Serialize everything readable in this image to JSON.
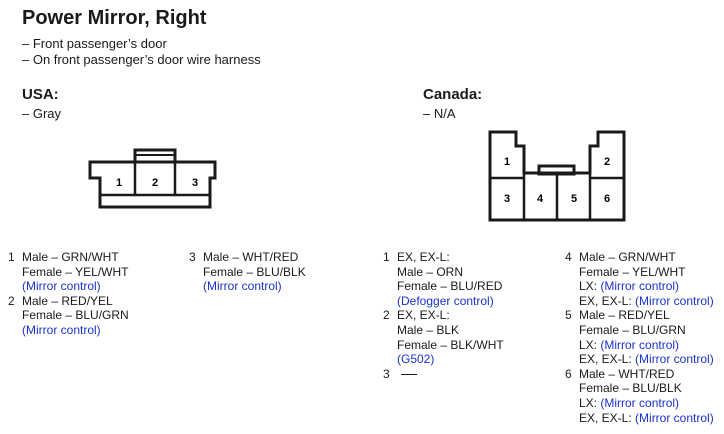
{
  "title": "Power Mirror, Right",
  "location": [
    "– Front passenger’s door",
    "– On front passenger’s door wire harness"
  ],
  "usa": {
    "heading": "USA:",
    "color": "– Gray",
    "cavities": [
      "1",
      "2",
      "3"
    ],
    "pins_left": [
      {
        "num": "1",
        "lines": [
          {
            "t": "Male – GRN/WHT"
          },
          {
            "t": "Female – YEL/WHT"
          },
          {
            "t": "(Mirror control)",
            "blue": true
          }
        ]
      },
      {
        "num": "2",
        "lines": [
          {
            "t": "Male – RED/YEL"
          },
          {
            "t": "Female – BLU/GRN"
          },
          {
            "t": "(Mirror control)",
            "blue": true
          }
        ]
      }
    ],
    "pins_right": [
      {
        "num": "3",
        "lines": [
          {
            "t": "Male – WHT/RED"
          },
          {
            "t": "Female – BLU/BLK"
          },
          {
            "t": "(Mirror control)",
            "blue": true
          }
        ]
      }
    ]
  },
  "canada": {
    "heading": "Canada:",
    "color": "– N/A",
    "cavities": [
      "1",
      "2",
      "3",
      "4",
      "5",
      "6"
    ],
    "pins_left": [
      {
        "num": "1",
        "lines": [
          {
            "t": "EX, EX-L:"
          },
          {
            "t": "Male – ORN"
          },
          {
            "t": "Female – BLU/RED"
          },
          {
            "t": "(Defogger control)",
            "blue": true
          }
        ]
      },
      {
        "num": "2",
        "lines": [
          {
            "t": "EX, EX-L:"
          },
          {
            "t": "Male – BLK"
          },
          {
            "t": "Female – BLK/WHT"
          },
          {
            "t": "(G502)",
            "blue": true
          }
        ]
      },
      {
        "num": "3",
        "empty": true
      }
    ],
    "pins_right": [
      {
        "num": "4",
        "lines": [
          {
            "t": "Male – GRN/WHT"
          },
          {
            "t": "Female – YEL/WHT"
          },
          {
            "t": "LX: ",
            "b": "(Mirror control)"
          },
          {
            "t": "EX, EX-L: ",
            "b": "(Mirror control)"
          }
        ]
      },
      {
        "num": "5",
        "lines": [
          {
            "t": "Male – RED/YEL"
          },
          {
            "t": "Female – BLU/GRN"
          },
          {
            "t": "LX: ",
            "b": "(Mirror control)"
          },
          {
            "t": "EX, EX-L: ",
            "b": "(Mirror control)"
          }
        ]
      },
      {
        "num": "6",
        "lines": [
          {
            "t": "Male – WHT/RED"
          },
          {
            "t": "Female – BLU/BLK"
          },
          {
            "t": "LX: ",
            "b": "(Mirror control)"
          },
          {
            "t": "EX, EX-L: ",
            "b": "(Mirror control)"
          }
        ]
      }
    ]
  },
  "colors": {
    "text": "#1a1a1a",
    "link_blue": "#1a32c8"
  }
}
